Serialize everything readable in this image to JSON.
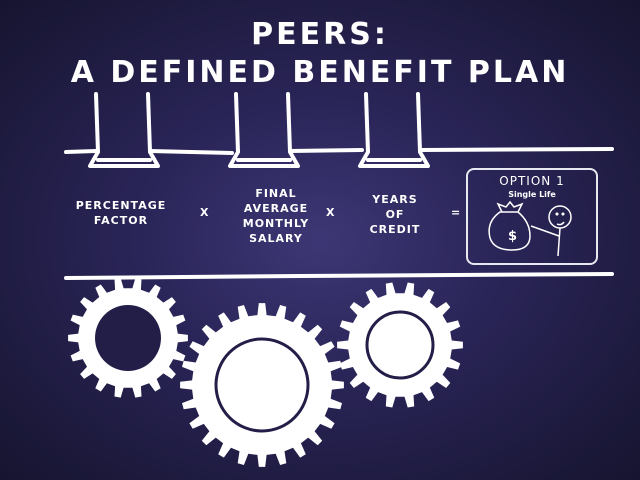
{
  "title": {
    "line1": "PEERS:",
    "line2": "A DEFINED BENEFIT PLAN"
  },
  "formula": {
    "factor1": "PERCENTAGE FACTOR",
    "op1": "X",
    "factor2": "FINAL AVERAGE MONTHLY SALARY",
    "op2": "X",
    "factor3": "YEARS OF CREDIT",
    "equals": "=",
    "result": {
      "title": "OPTION 1",
      "subtitle": "Single Life",
      "money_symbol": "$"
    }
  },
  "colors": {
    "line": "#ffffff",
    "background": "#2a2558"
  }
}
